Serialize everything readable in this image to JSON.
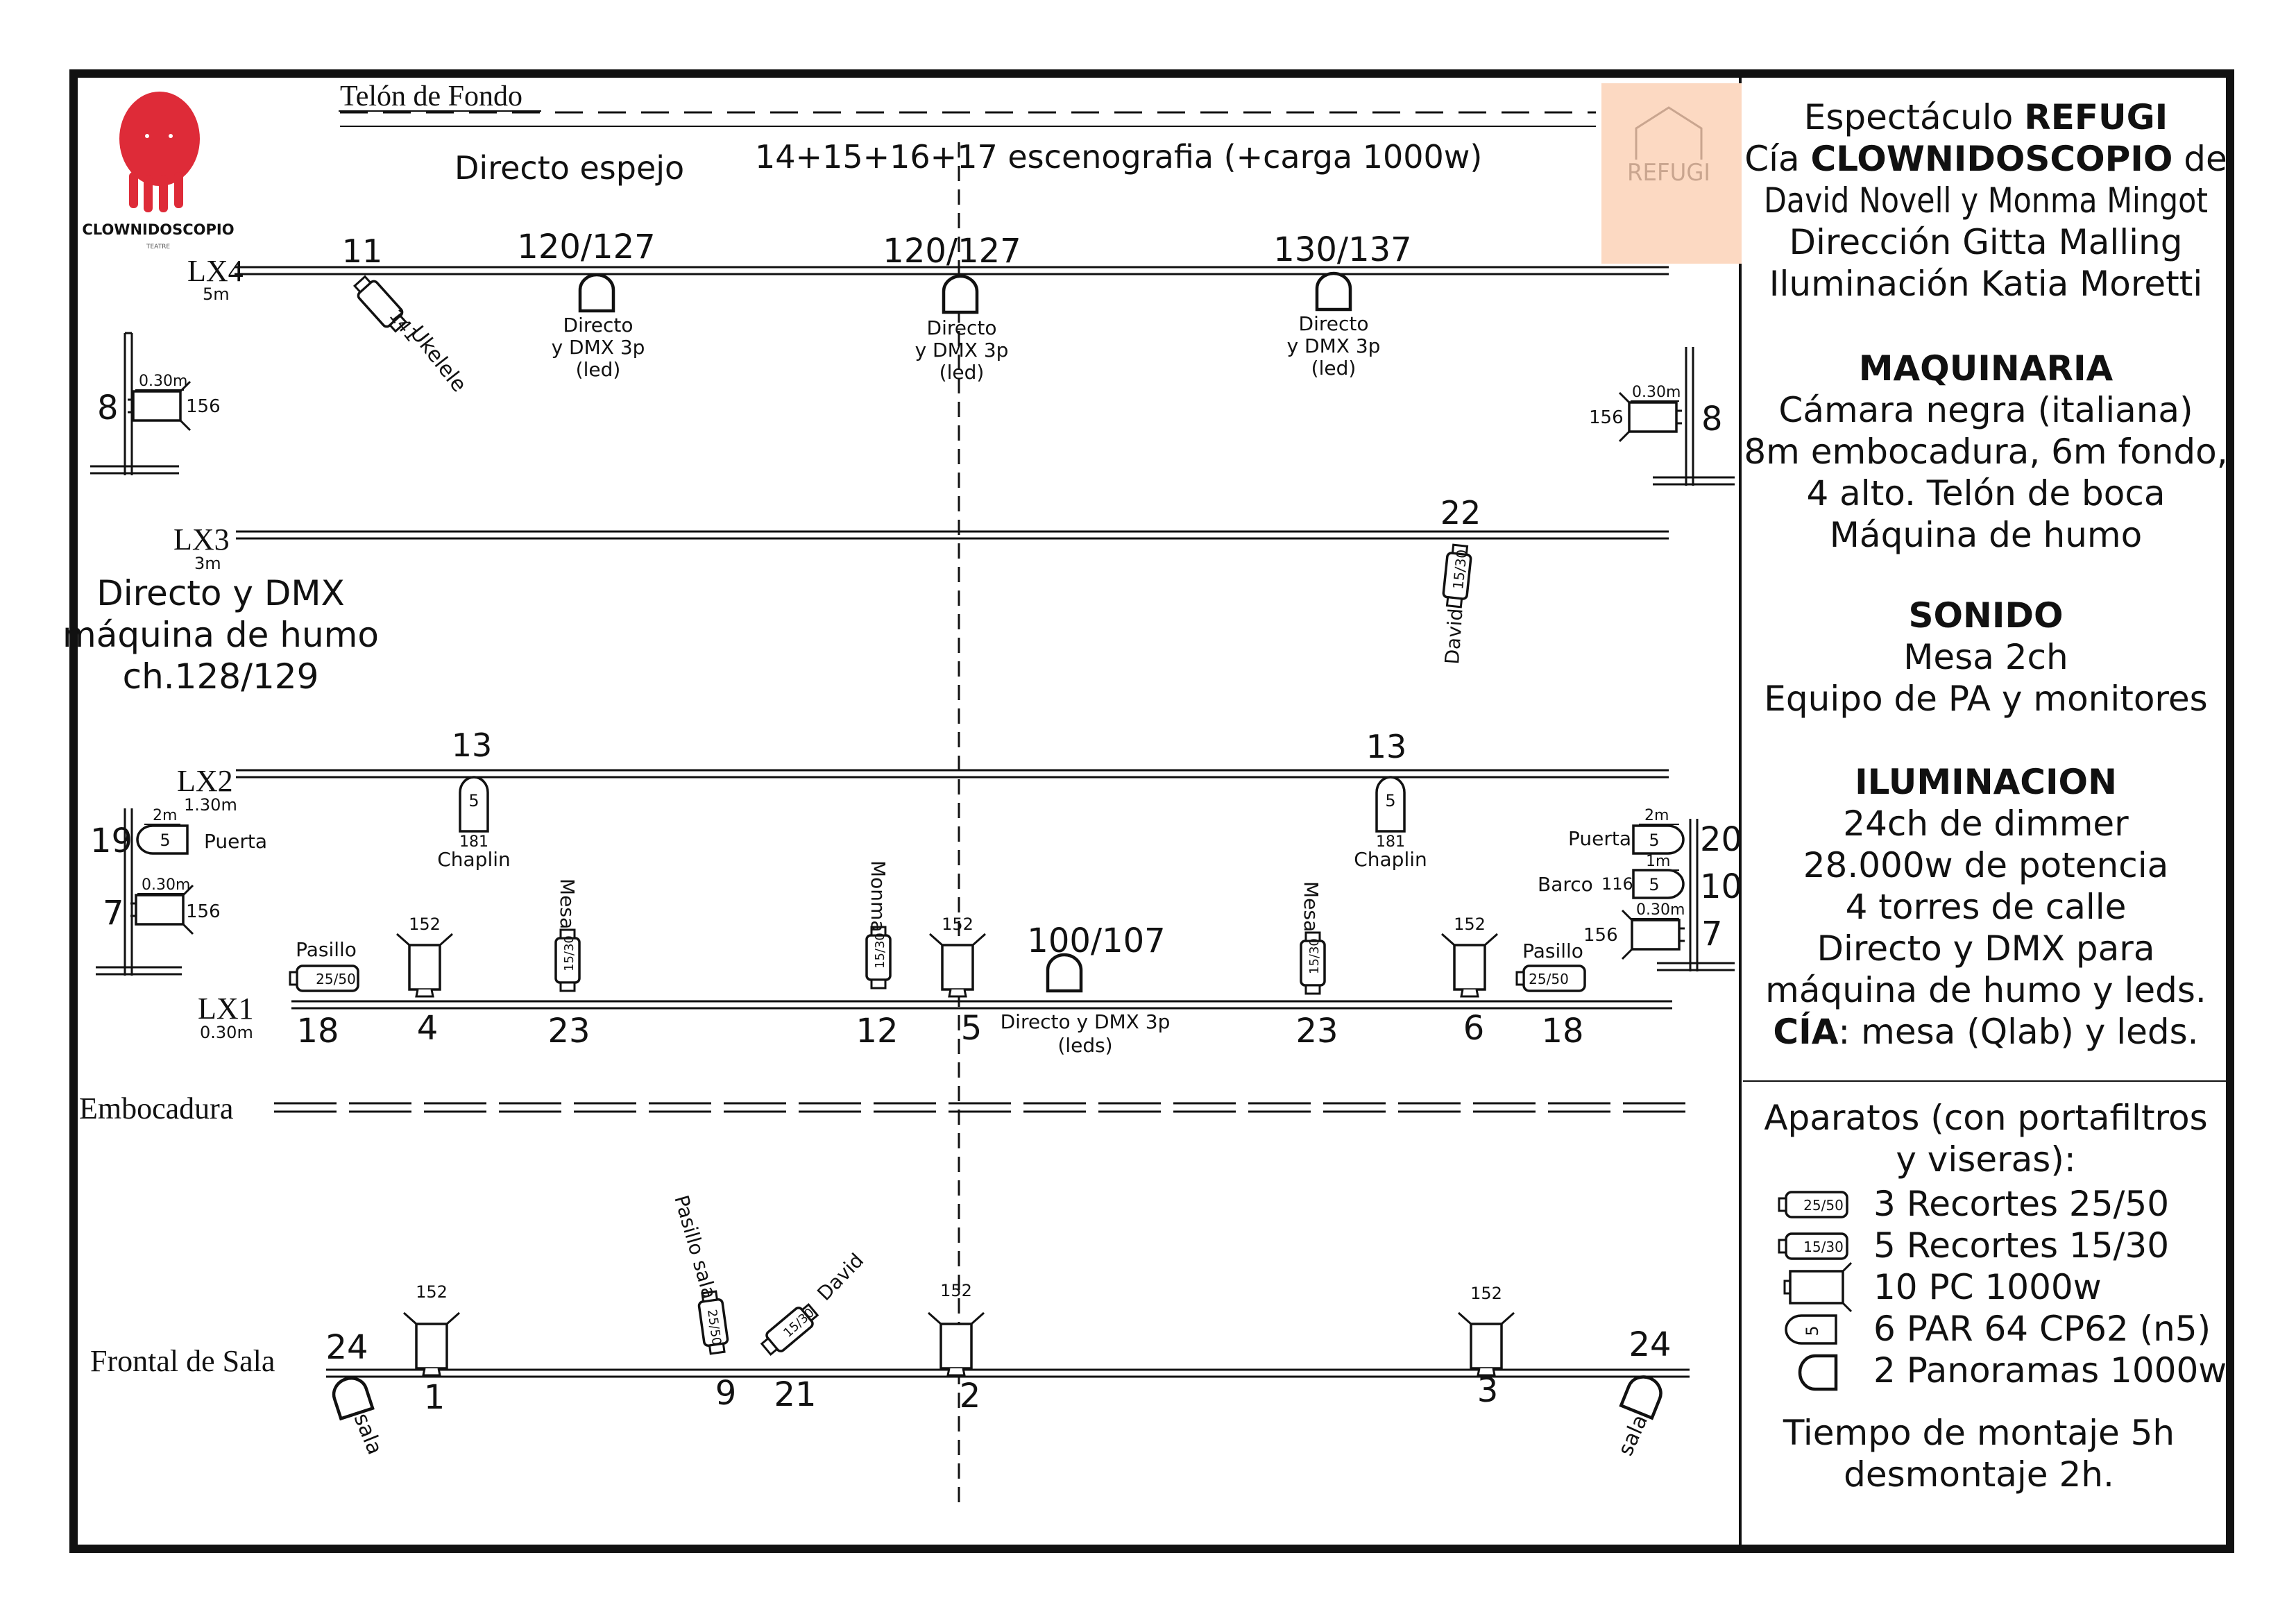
{
  "header": {
    "backdrop": "Telón de Fondo",
    "directo_espejo": "Directo espejo",
    "scenography": "14+15+16+17  escenografia (+carga 1000w)",
    "logo_text": "CLOWNIDOSCOPIO",
    "logo_sub": "TEATRE",
    "refugi_logo": "REFUGI"
  },
  "bars": {
    "lx4": {
      "label": "LX4",
      "height": "5m"
    },
    "lx3": {
      "label": "LX3",
      "height": "3m"
    },
    "lx2": {
      "label": "LX2",
      "height": "1.30m"
    },
    "lx1": {
      "label": "LX1",
      "height": "0.30m"
    }
  },
  "lx4": {
    "ch11": "11",
    "ukelele_filter": "141",
    "ukelele_label": "Ukelele",
    "pano1_ch": "120/127",
    "pano2_ch": "120/127",
    "pano3_ch": "130/137",
    "pano_line1": "Directo",
    "pano_line2": "y DMX 3p",
    "pano_line3": "(led)"
  },
  "towers_upper": {
    "left_ch": "8",
    "left_height": "0.30m",
    "left_filter": "156",
    "right_ch": "8",
    "right_height": "0.30m",
    "right_filter": "156"
  },
  "lx3": {
    "ch22": "22",
    "david_size": "15/30",
    "david_label": "David",
    "note_line1": "Directo y DMX",
    "note_line2": "máquina de humo",
    "note_line3": "ch.128/129"
  },
  "lx2": {
    "ch13a": "13",
    "ch13b": "13",
    "par_num": "5",
    "filter": "181",
    "label": "Chaplin"
  },
  "towers_lower": {
    "left_puerta_ch": "19",
    "left_puerta_height": "2m",
    "left_puerta_num": "5",
    "left_puerta_label": "Puerta",
    "left_pc_ch": "7",
    "left_pc_height": "0.30m",
    "left_pc_filter": "156",
    "right_puerta_ch": "20",
    "right_puerta_height": "2m",
    "right_puerta_num": "5",
    "right_puerta_label": "Puerta",
    "right_barco_ch": "10",
    "right_barco_height": "1m",
    "right_barco_filter": "116",
    "right_barco_num": "5",
    "right_barco_label": "Barco",
    "right_pc_ch": "7",
    "right_pc_height": "0.30m",
    "right_pc_filter": "156"
  },
  "lx1": {
    "pasillo_label": "Pasillo",
    "pasillo_size": "25/50",
    "pc_filter": "152",
    "mesa_label": "Mesa",
    "monma_label": "Monma",
    "small_size": "15/30",
    "pano_ch": "100/107",
    "pano_line1": "Directo y DMX 3p",
    "pano_line2": "(leds)",
    "ch_18a": "18",
    "ch_4": "4",
    "ch_23a": "23",
    "ch_12": "12",
    "ch_5": "5",
    "ch_23b": "23",
    "ch_6": "6",
    "ch_18b": "18"
  },
  "embocadura": "Embocadura",
  "frontal": {
    "label": "Frontal de Sala",
    "ch24a": "24",
    "ch24b": "24",
    "sala": "sala",
    "pc_filter": "152",
    "pasillo_sala": "Pasillo sala",
    "pasillo_size": "25/50",
    "david_label": "David",
    "david_size": "15/30",
    "ch1": "1",
    "ch9": "9",
    "ch21": "21",
    "ch2": "2",
    "ch3": "3"
  },
  "sidebar": {
    "show_prefix": "Espectáculo ",
    "show_name": "REFUGI",
    "cia_prefix": "Cía ",
    "cia_name": "CLOWNIDOSCOPIO",
    "cia_suffix": " de",
    "authors": "David Novell y Monma Mingot",
    "direction": "Dirección Gitta Malling",
    "lighting": "Iluminación Katia Moretti",
    "maq_title": "MAQUINARIA",
    "maq_1": "Cámara negra (italiana)",
    "maq_2": "8m embocadura, 6m fondo,",
    "maq_3": "4 alto. Telón de boca",
    "maq_4": "Máquina de humo",
    "son_title": "SONIDO",
    "son_1": "Mesa 2ch",
    "son_2": "Equipo de PA y monitores",
    "ilu_title": "ILUMINACION",
    "ilu_1": "24ch de dimmer",
    "ilu_2": "28.000w de potencia",
    "ilu_3": "4 torres de calle",
    "ilu_4": "Directo y DMX para",
    "ilu_5": "máquina de humo y leds.",
    "ilu_6_bold": "CÍA",
    "ilu_6_rest": ": mesa (Qlab) y leds.",
    "ap_title_1": "Aparatos (con portafiltros",
    "ap_title_2": "y viseras):",
    "ap_icon_1": "25/50",
    "ap_1": "3 Recortes 25/50",
    "ap_icon_2": "15/30",
    "ap_2": "5 Recortes 15/30",
    "ap_3": "10 PC 1000w",
    "ap_icon_4": "5",
    "ap_4": "6 PAR 64 CP62 (n5)",
    "ap_5": "2 Panoramas 1000w",
    "time_1": "Tiempo de montaje 5h",
    "time_2": "desmontaje 2h."
  },
  "colors": {
    "logo_red": "#de2b38",
    "refugi_bg": "#fcd9c2",
    "refugi_ink": "#c9a58f",
    "ink": "#111111"
  }
}
